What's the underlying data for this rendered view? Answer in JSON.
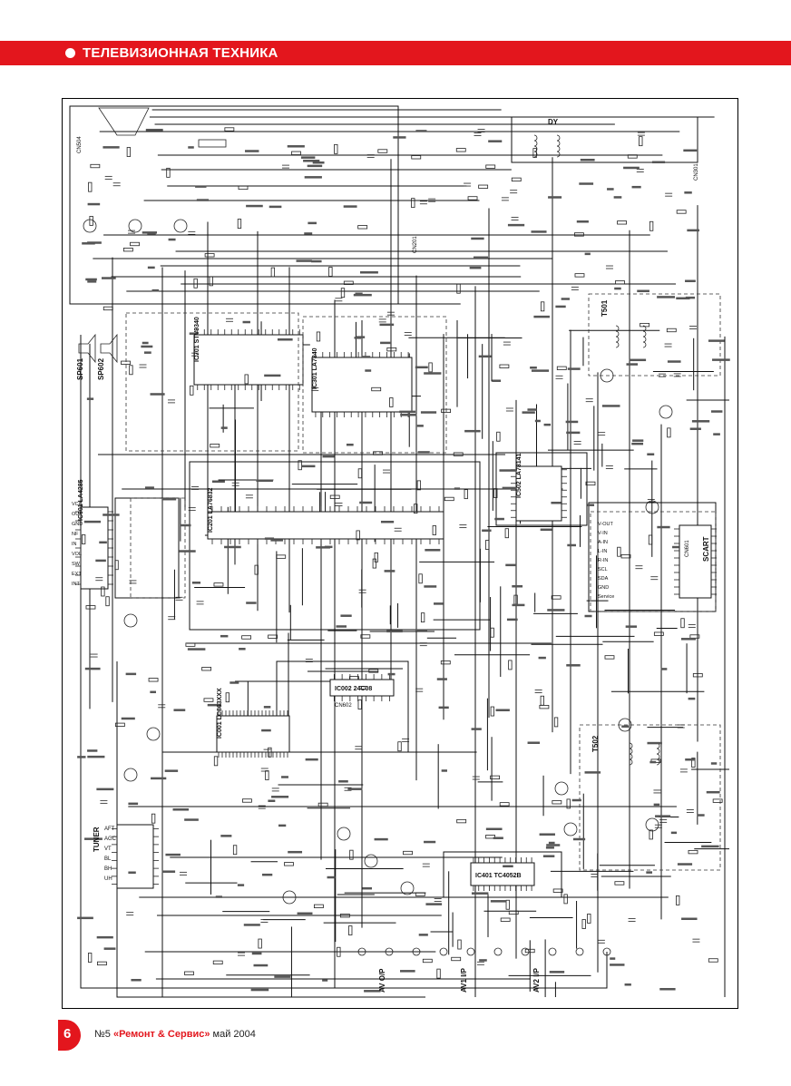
{
  "header": {
    "section_title": "ТЕЛЕВИЗИОННАЯ ТЕХНИКА",
    "accent_color": "#e3161d"
  },
  "schematic": {
    "chip_labels": [
      {
        "id": "ic701",
        "text": "IC701 STV9340"
      },
      {
        "id": "ic301",
        "text": "IC301 LA7840"
      },
      {
        "id": "ic201",
        "text": "IC201 LA76832"
      },
      {
        "id": "ic601",
        "text": "IC601 LA4285"
      },
      {
        "id": "ic502",
        "text": "IC502 LA78141"
      },
      {
        "id": "ic001",
        "text": "IC001 LC863XXX"
      },
      {
        "id": "ic002",
        "text": "IC002 24C08"
      },
      {
        "id": "ic401",
        "text": "IC401 TC4052B"
      }
    ],
    "connector_labels": [
      {
        "id": "cn504",
        "text": "CN504"
      },
      {
        "id": "cn301",
        "text": "CN301"
      },
      {
        "id": "cn201",
        "text": "CN201"
      },
      {
        "id": "cn602",
        "text": "CN602"
      },
      {
        "id": "cn601",
        "text": "CN601"
      }
    ],
    "block_labels": [
      {
        "id": "tuner",
        "text": "TUNER"
      },
      {
        "id": "av1",
        "text": "AV1 I/P"
      },
      {
        "id": "av2",
        "text": "AV2 I/P"
      },
      {
        "id": "avop",
        "text": "AV O/P"
      },
      {
        "id": "spk1",
        "text": "SP601"
      },
      {
        "id": "spk2",
        "text": "SP602"
      },
      {
        "id": "dy",
        "text": "DY"
      },
      {
        "id": "t501",
        "text": "T501"
      },
      {
        "id": "t502",
        "text": "T502"
      },
      {
        "id": "scart",
        "text": "SCART"
      }
    ],
    "tuner_pins": [
      "AFT",
      "AGC",
      "VT",
      "BL",
      "BH",
      "UH"
    ],
    "signal_labels": [
      "VCC",
      "OUT",
      "GND",
      "NF",
      "IN",
      "VOL",
      "SW",
      "EXT",
      "INT",
      "V-OUT",
      "V-IN",
      "A-IN",
      "L-IN",
      "R-IN",
      "SCL",
      "SDA",
      "GND",
      "Service"
    ]
  },
  "footer": {
    "page_number": "6",
    "issue": "№5",
    "magazine": "«Ремонт & Сервис»",
    "date": "май 2004"
  }
}
